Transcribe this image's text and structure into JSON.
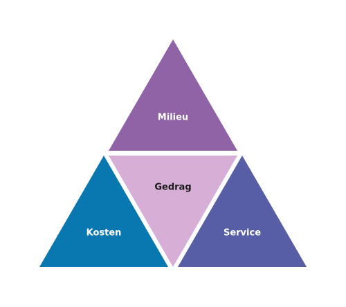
{
  "diagram": {
    "type": "triangle-of-triangles",
    "segments": {
      "top": {
        "label": "Milieu",
        "fill": "#9063A6",
        "text_color": "#FFFFFF"
      },
      "center": {
        "label": "Gedrag",
        "fill": "#D6AED6",
        "text_color": "#1A1A1A"
      },
      "left": {
        "label": "Kosten",
        "fill": "#0A78B0",
        "text_color": "#FFFFFF"
      },
      "right": {
        "label": "Service",
        "fill": "#575EA5",
        "text_color": "#FFFFFF"
      }
    }
  }
}
